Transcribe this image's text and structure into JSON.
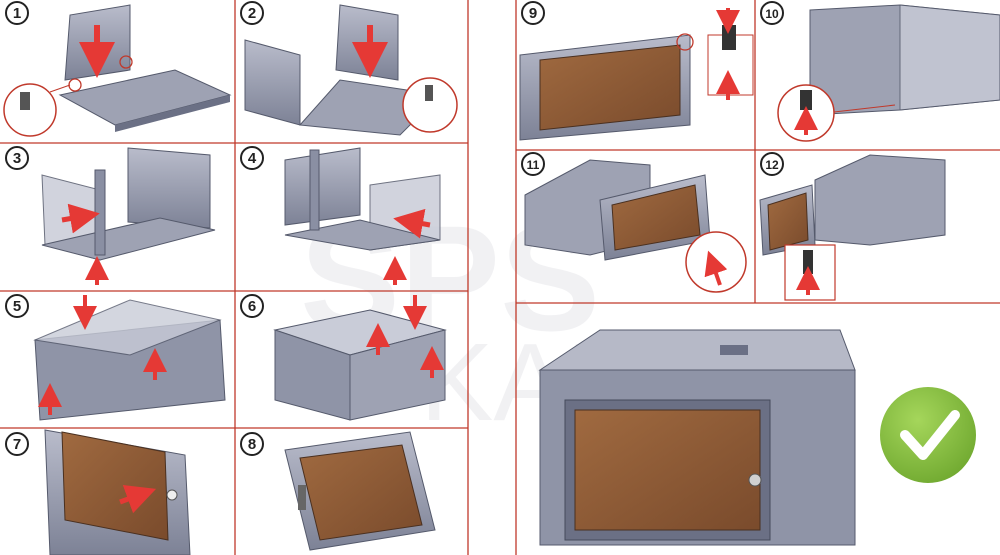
{
  "colors": {
    "grid_line": "#c0392b",
    "steel": "#9a9eb0",
    "steel_dark": "#5f6478",
    "steel_light": "#c3c6d3",
    "glass": "#8a5a3a",
    "glass_light": "#b07a4e",
    "arrow": "#e53935",
    "badge_border": "#222222",
    "check_green": "#8bc34a",
    "watermark": "#e6e6ea"
  },
  "steps": [
    {
      "number": "1"
    },
    {
      "number": "2"
    },
    {
      "number": "3"
    },
    {
      "number": "4"
    },
    {
      "number": "5"
    },
    {
      "number": "6"
    },
    {
      "number": "7"
    },
    {
      "number": "8"
    },
    {
      "number": "9"
    },
    {
      "number": "10"
    },
    {
      "number": "11"
    },
    {
      "number": "12"
    }
  ],
  "icons": {
    "final": "checkmark-icon",
    "arrow": "arrow-icon",
    "screw": "screw-icon"
  }
}
